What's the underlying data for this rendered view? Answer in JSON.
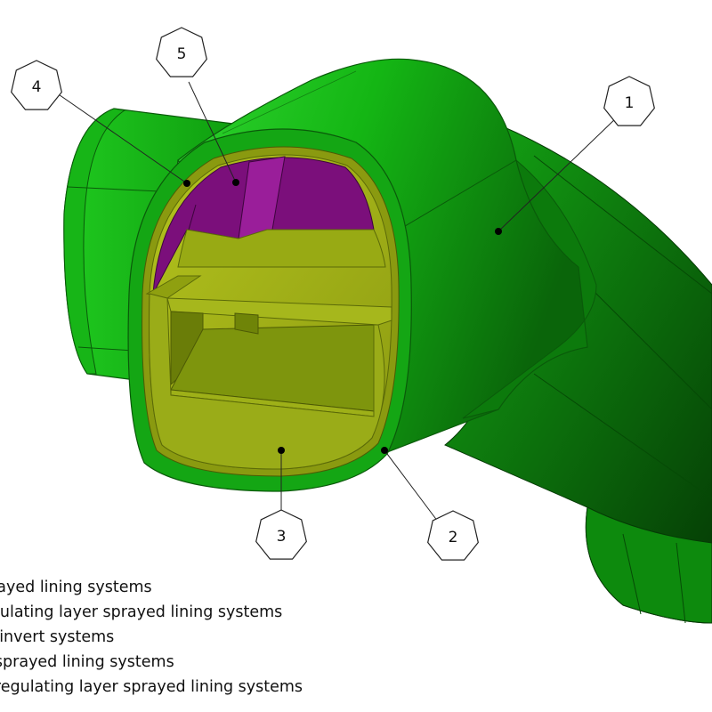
{
  "colors": {
    "outer_lining": "#11c411",
    "outer_lining_dark": "#0b6f0b",
    "regulating_layer": "#9aa817",
    "invert_fill": "#7f9d0d",
    "crown_lining": "#7b0f7b",
    "leader_line": "#222222"
  },
  "callouts": [
    {
      "label": "1"
    },
    {
      "label": "2"
    },
    {
      "label": "3"
    },
    {
      "label": "4"
    },
    {
      "label": "5"
    }
  ],
  "legend": [
    {
      "text": "prayed lining systems"
    },
    {
      "text": "egulating layer sprayed lining systems"
    },
    {
      "text": "el invert systems"
    },
    {
      "text": "y sprayed lining systems"
    },
    {
      "text": "y regulating layer sprayed lining systems"
    }
  ]
}
